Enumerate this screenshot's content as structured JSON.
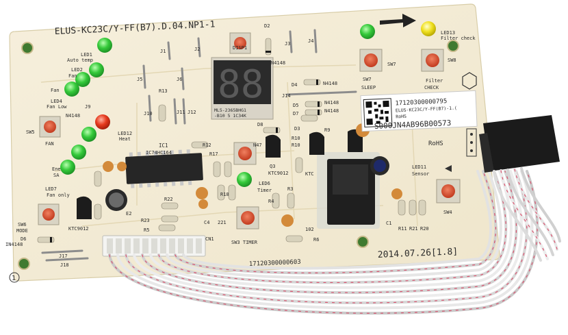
{
  "board": {
    "model": "ELUS-KC23C/Y-FF(B7).D.04.NP1-1",
    "corner_mark": "1",
    "date": "2014.07.26[1.8]",
    "bottom_code": "17120300000603",
    "label_line1": "17120300000795",
    "label_line2": "ELUS-KC23C/Y-FF(B7)-1.(",
    "label_line3": "RoHS",
    "serial": "S000JN4AB96B00573",
    "rohs": "RoHS",
    "display_text": "88",
    "display_code": "ML5-2365BHG1",
    "display_code2": "-B10 5 1C34K",
    "chip_label": "IC1",
    "chip_part": "IC74HC164"
  },
  "labels": {
    "led1": "LED1",
    "auto_temp": "Auto temp",
    "led2": "LED2",
    "fan": "Fan",
    "led4": "LED4",
    "fan_low": "Fan Low",
    "fan_l": "Fan",
    "led12": "LED12",
    "heat": "Heat",
    "energy": "Ene",
    "sa": "SA",
    "led7": "LED7",
    "fan_only": "Fan only",
    "sw5": "SW5",
    "fan_sw": "FAN",
    "sw6": "SW6",
    "mode": "MODE",
    "sw7": "SW7",
    "sleep": "SLEEP",
    "sw8": "SW8",
    "filter": "Filter",
    "check": "CHECK",
    "led13": "LED13",
    "filter_check": "Filter check",
    "led11": "LED11",
    "sensor": "Sensor",
    "sw4": "SW4",
    "sw3": "SW3 TIMER",
    "led6": "LED6",
    "timer": "Timer",
    "disp1": "DISP1",
    "n4148a": "N4148",
    "n4148b": "N4148",
    "n4148c": "N4148",
    "n4148d": "N4148",
    "n4148e": "N4148",
    "n4148f": "IN4148",
    "j1": "J1",
    "j2": "J2",
    "j3": "J3",
    "j4": "J4",
    "j5": "J5",
    "j6": "J6",
    "j9": "J9",
    "j10": "J10",
    "j11": "J11",
    "j12": "J12",
    "j14": "J14",
    "j17": "J17",
    "j18": "J18",
    "r13": "R13",
    "r12": "R12",
    "r17": "R17",
    "r18": "R18",
    "r22": "R22",
    "r23": "R23",
    "r5": "R5",
    "r9": "R9",
    "r10": "R10",
    "r4": "R4",
    "r3": "R3",
    "r6": "R6",
    "r11": "R11",
    "r21": "R21",
    "r20": "R20",
    "d2": "D2",
    "d3": "D3",
    "d4": "D4",
    "d5": "D5",
    "d6": "D6",
    "d7": "D7",
    "d8": "D8",
    "c1": "C1",
    "c4": "C4",
    "c221": "221",
    "c102": "102",
    "q3": "Q3",
    "ktc9012a": "KTC9012",
    "ktc9012b": "KTC9012",
    "ktc": "KTC",
    "e2": "E2",
    "cn1": "CN1",
    "n47": "N47"
  }
}
